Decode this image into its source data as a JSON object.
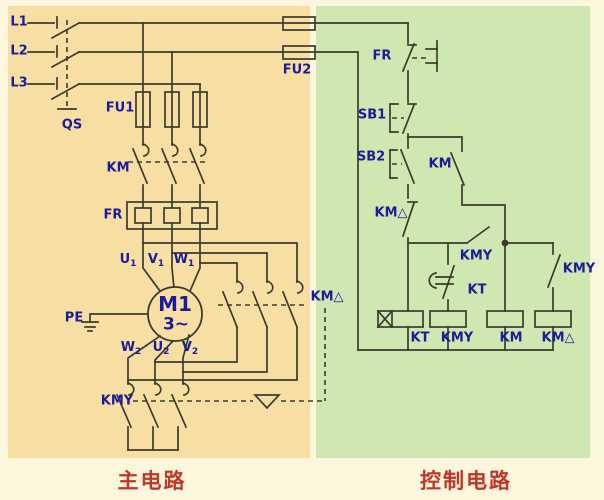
{
  "colors": {
    "wire": "#3b3b2d",
    "panel_main": "#f7dfa4",
    "panel_control": "#cfe8b2",
    "background": "#fcf6dd",
    "label": "#1b1b9b",
    "section": "#bf3528"
  },
  "regions": {
    "main_label": "主电路",
    "control_label": "控制电路"
  },
  "supply": {
    "l1": "L1",
    "l2": "L2",
    "l3": "L3",
    "switch": "QS"
  },
  "main_circuit": {
    "fuse": "FU1",
    "contactor": "KM",
    "thermal": "FR",
    "ground": "PE",
    "star_contactor": "KMY",
    "delta_contactor": "KM△",
    "motor": {
      "name": "M1",
      "phase": "3~",
      "t_top": [
        {
          "m": "U",
          "s": "1"
        },
        {
          "m": "V",
          "s": "1"
        },
        {
          "m": "W",
          "s": "1"
        }
      ],
      "t_bot": [
        {
          "m": "W",
          "s": "2"
        },
        {
          "m": "U",
          "s": "2"
        },
        {
          "m": "V",
          "s": "2"
        }
      ]
    }
  },
  "control_circuit": {
    "fuse": "FU2",
    "thermal_contact": "FR",
    "stop_button": "SB1",
    "start_button": "SB2",
    "latch_contact": "KM",
    "delta_interlock": "KM△",
    "star_aux_contact": "KMY",
    "timer_contact": "KT",
    "star_aux_right": "KMY",
    "coils": [
      {
        "label": "KT"
      },
      {
        "label": "KMY"
      },
      {
        "label": "KM"
      },
      {
        "label": "KM△"
      }
    ]
  }
}
